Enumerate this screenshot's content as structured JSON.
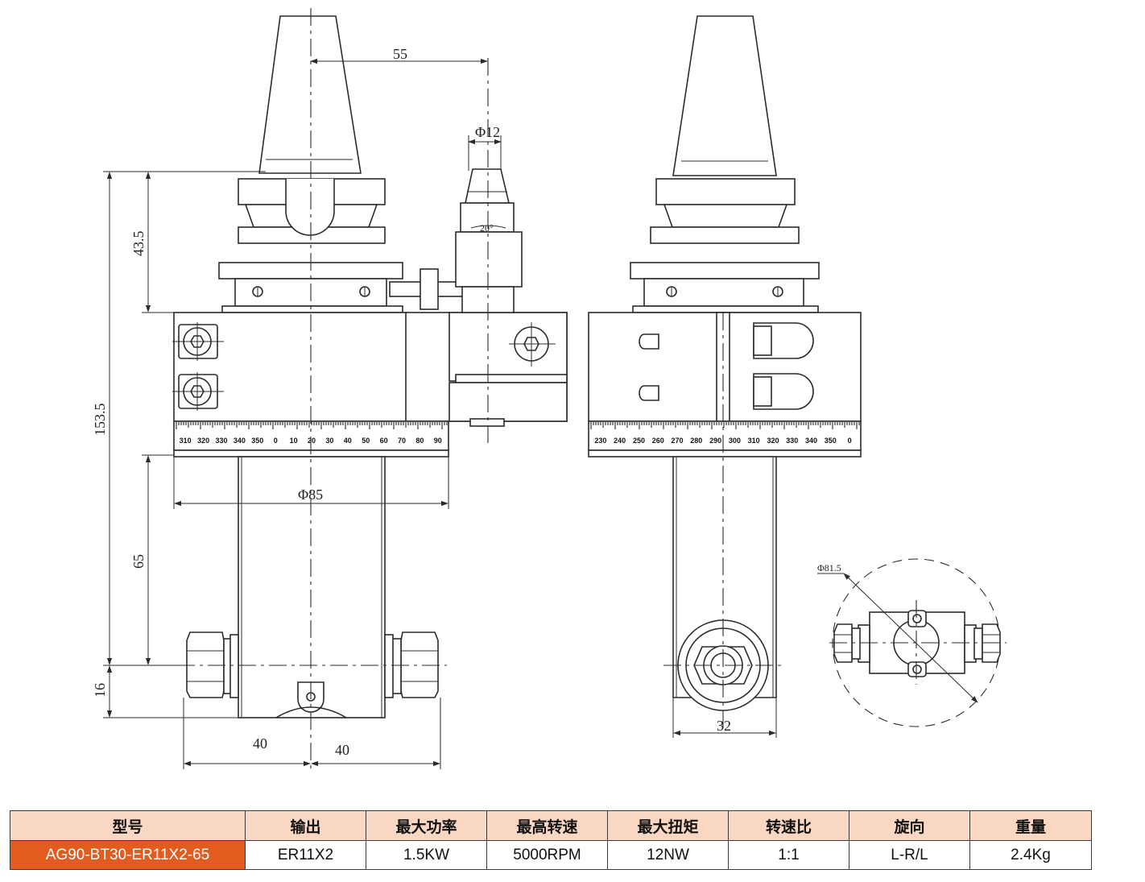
{
  "dimensions": {
    "d55": "55",
    "phi12": "Φ12",
    "angle20": "20°",
    "d43_5": "43.5",
    "d153_5": "153.5",
    "phi85": "Φ85",
    "d65": "65",
    "d16": "16",
    "d40_left": "40",
    "d40_right": "40",
    "d32": "32",
    "phi81_5": "Φ81.5"
  },
  "scale_left": [
    "310",
    "320",
    "330",
    "340",
    "350",
    "0",
    "10",
    "20",
    "30",
    "40",
    "50",
    "60",
    "70",
    "80",
    "90"
  ],
  "scale_right": [
    "230",
    "240",
    "250",
    "260",
    "270",
    "280",
    "290",
    "300",
    "310",
    "320",
    "330",
    "340",
    "350",
    "0"
  ],
  "spec_table": {
    "headers": [
      "型号",
      "输出",
      "最大功率",
      "最高转速",
      "最大扭矩",
      "转速比",
      "旋向",
      "重量"
    ],
    "values": [
      "AG90-BT30-ER11X2-65",
      "ER11X2",
      "1.5KW",
      "5000RPM",
      "12NW",
      "1:1",
      "L-R/L",
      "2.4Kg"
    ]
  },
  "colors": {
    "header_bg": "#fad7c2",
    "model_bg": "#e25b1f",
    "model_text": "#ffffff",
    "line": "#2b2b2b"
  }
}
